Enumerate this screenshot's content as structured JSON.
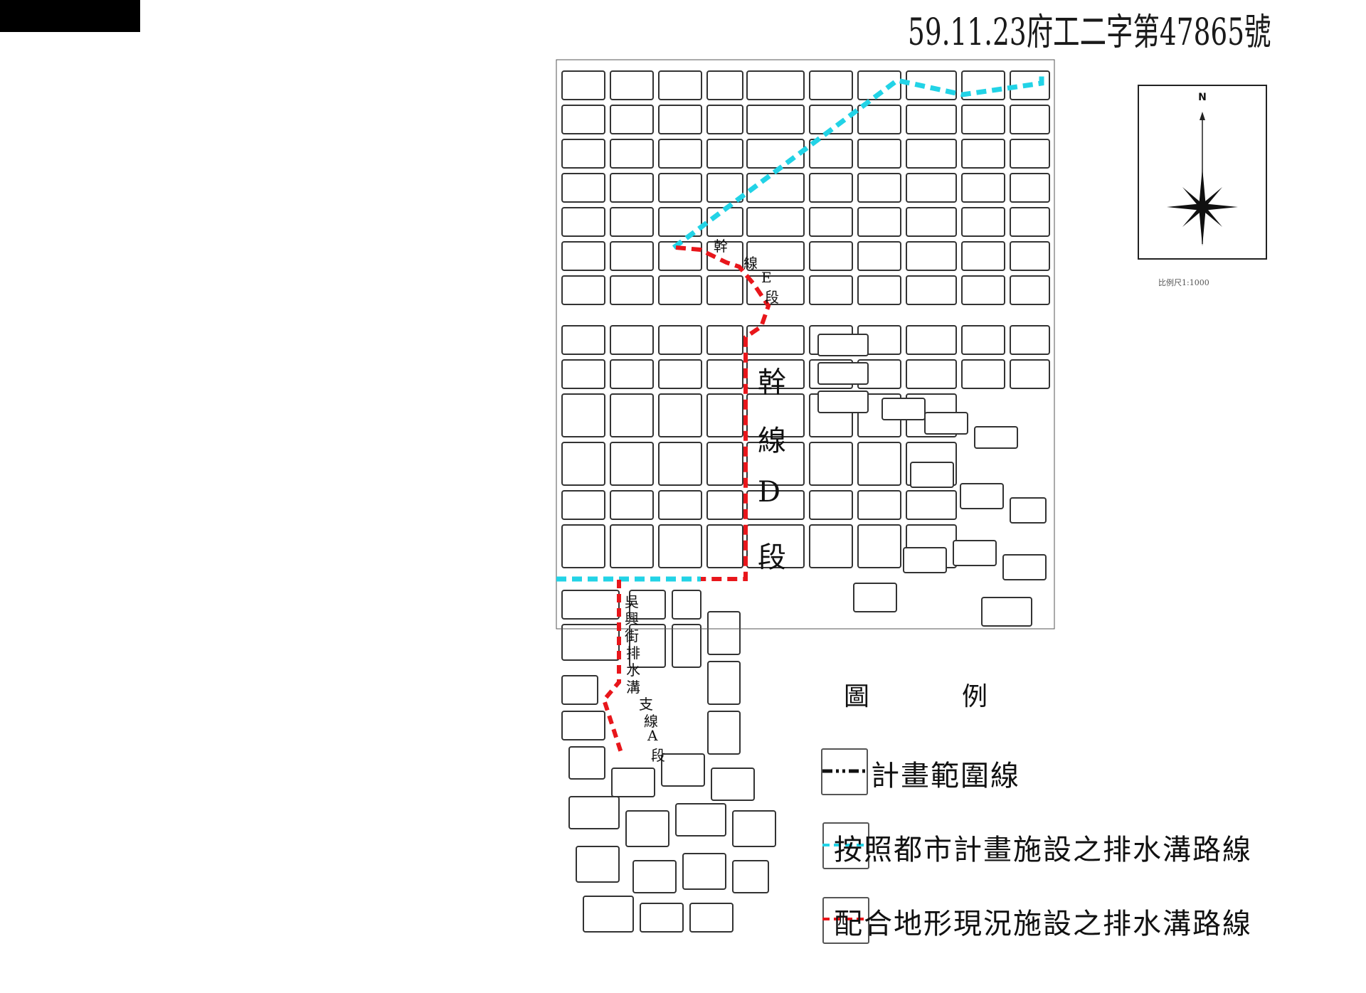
{
  "document": {
    "title": "59.11.23府工二字第47865號"
  },
  "map": {
    "labels": {
      "trunk_e": [
        "幹",
        "線",
        "E",
        "段"
      ],
      "trunk_d": [
        "幹",
        "線",
        "D",
        "段"
      ],
      "branch": [
        "吳",
        "興",
        "街",
        "排",
        "水",
        "溝",
        "支",
        "線",
        "A",
        "段"
      ]
    },
    "route_colors": {
      "plan_route": "#22d3e6",
      "terrain_route": "#e8161b",
      "boundary": "#111111"
    }
  },
  "north_arrow": {
    "label": "N",
    "scale": "比例尺1:1000"
  },
  "legend": {
    "title_left": "圖",
    "title_right": "例",
    "items": [
      {
        "label": "計畫範圍線",
        "symbol": "black-dash-dot-line"
      },
      {
        "label": "按照都市計畫施設之排水溝路線",
        "symbol": "cyan-dashed-line"
      },
      {
        "label": "配合地形現況施設之排水溝路線",
        "symbol": "red-dashed-line"
      }
    ]
  }
}
